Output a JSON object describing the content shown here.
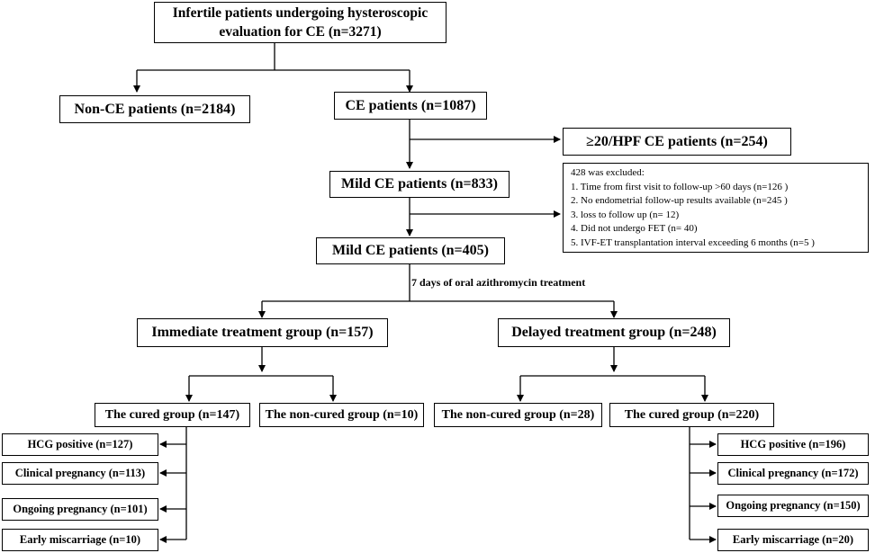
{
  "top": {
    "line1": "Infertile patients undergoing hysteroscopic",
    "line2": "evaluation for CE (n=3271)"
  },
  "non_ce": "Non-CE patients (n=2184)",
  "ce": "CE patients (n=1087)",
  "high_ce": "≥20/HPF CE patients (n=254)",
  "mild_ce_1": "Mild CE patients (n=833)",
  "excluded": {
    "title": "428 was excluded:",
    "items": [
      "1. Time from first visit to follow-up >60 days (n=126 )",
      "2. No endometrial follow-up results available (n=245 )",
      "3. loss to follow up (n= 12)",
      "4. Did not undergo FET (n= 40)",
      "5. IVF-ET transplantation interval exceeding 6 months (n=5 )"
    ]
  },
  "mild_ce_2": "Mild CE patients (n=405)",
  "treatment_label": "7 days of oral azithromycin treatment",
  "immediate": "Immediate treatment group (n=157)",
  "delayed": "Delayed treatment group (n=248)",
  "imm_cured": "The cured group (n=147)",
  "imm_noncured": "The non-cured group (n=10)",
  "del_noncured": "The non-cured group (n=28)",
  "del_cured": "The cured group (n=220)",
  "imm_outcomes": [
    "HCG positive (n=127)",
    "Clinical pregnancy (n=113)",
    "Ongoing pregnancy (n=101)",
    "Early miscarriage (n=10)"
  ],
  "del_outcomes": [
    "HCG positive (n=196)",
    "Clinical pregnancy (n=172)",
    "Ongoing pregnancy (n=150)",
    "Early miscarriage (n=20)"
  ]
}
